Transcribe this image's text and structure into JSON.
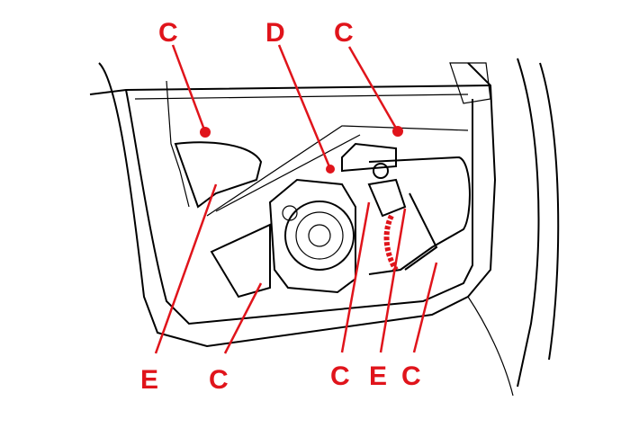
{
  "diagram": {
    "callouts": [
      {
        "id": "c1",
        "text": "C"
      },
      {
        "id": "d1",
        "text": "D"
      },
      {
        "id": "c2",
        "text": "C"
      },
      {
        "id": "e1",
        "text": "E"
      },
      {
        "id": "c3",
        "text": "C"
      },
      {
        "id": "c4",
        "text": "C"
      },
      {
        "id": "e2",
        "text": "E"
      },
      {
        "id": "c5",
        "text": "C"
      }
    ],
    "accent_color": "#e0141b"
  }
}
